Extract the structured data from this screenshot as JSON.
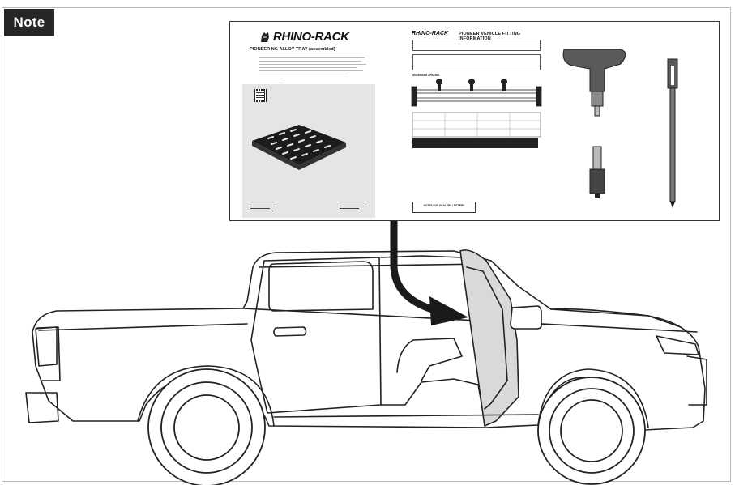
{
  "note_label": "Note",
  "manual": {
    "brand": "RHINO-RACK",
    "product_title": "PIONEER NG ALLOY TRAY (assembled)"
  },
  "fitting_sheet": {
    "brand": "RHINO-RACK",
    "title": "PIONEER VEHICLE FITTING INFORMATION",
    "underbar_label": "UNDERBAR SPACING",
    "notes_box": "NOTES FOR DEALERS / FITTERS"
  },
  "tools": [
    "t-handle-hex-key-icon",
    "long-screwdriver-icon",
    "socket-bit-icon"
  ],
  "illustration": {
    "vehicle": "dual-cab-pickup-truck",
    "arrow_direction": "from-document-to-driver-door-interior"
  }
}
